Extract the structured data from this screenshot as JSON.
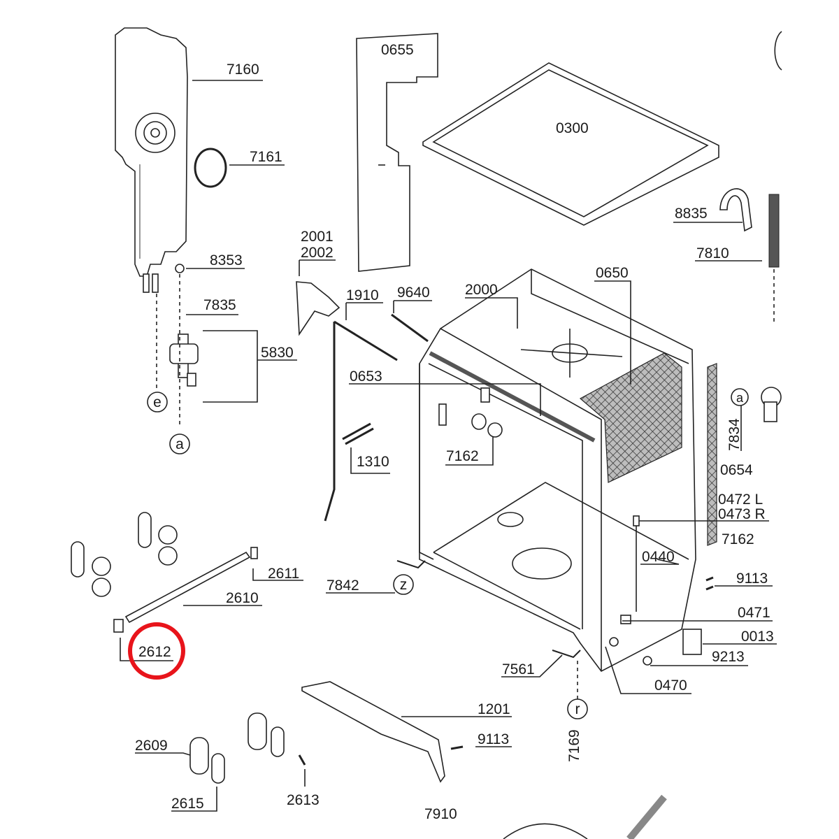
{
  "parts": [
    {
      "id": "p0655",
      "text": "0655"
    },
    {
      "id": "p7160",
      "text": "7160"
    },
    {
      "id": "p0300",
      "text": "0300"
    },
    {
      "id": "p7161",
      "text": "7161"
    },
    {
      "id": "p8835",
      "text": "8835"
    },
    {
      "id": "p7810",
      "text": "7810"
    },
    {
      "id": "p8353",
      "text": "8353"
    },
    {
      "id": "p2001",
      "text": "2001"
    },
    {
      "id": "p2002",
      "text": "2002"
    },
    {
      "id": "p0650",
      "text": "0650"
    },
    {
      "id": "p7835",
      "text": "7835"
    },
    {
      "id": "p1910",
      "text": "1910"
    },
    {
      "id": "p9640",
      "text": "9640"
    },
    {
      "id": "p2000",
      "text": "2000"
    },
    {
      "id": "p5830",
      "text": "5830"
    },
    {
      "id": "p0653",
      "text": "0653"
    },
    {
      "id": "p7834",
      "text": "7834"
    },
    {
      "id": "p7162a",
      "text": "7162"
    },
    {
      "id": "p1310",
      "text": "1310"
    },
    {
      "id": "p0654",
      "text": "0654"
    },
    {
      "id": "p0472",
      "text": "0472 L"
    },
    {
      "id": "p0473",
      "text": "0473 R"
    },
    {
      "id": "p7162b",
      "text": "7162"
    },
    {
      "id": "p0440",
      "text": "0440"
    },
    {
      "id": "p2611",
      "text": "2611"
    },
    {
      "id": "p9113a",
      "text": "9113"
    },
    {
      "id": "p7842",
      "text": "7842"
    },
    {
      "id": "p2610",
      "text": "2610"
    },
    {
      "id": "p0471",
      "text": "0471"
    },
    {
      "id": "p0013",
      "text": "0013"
    },
    {
      "id": "p2612",
      "text": "2612"
    },
    {
      "id": "p9213",
      "text": "9213"
    },
    {
      "id": "p7561",
      "text": "7561"
    },
    {
      "id": "p0470",
      "text": "0470"
    },
    {
      "id": "p1201",
      "text": "1201"
    },
    {
      "id": "p9113b",
      "text": "9113"
    },
    {
      "id": "p2609",
      "text": "2609"
    },
    {
      "id": "p7169",
      "text": "7169"
    },
    {
      "id": "p2613",
      "text": "2613"
    },
    {
      "id": "p2615",
      "text": "2615"
    },
    {
      "id": "p7910",
      "text": "7910"
    }
  ],
  "markers": [
    {
      "id": "m_e",
      "text": "e"
    },
    {
      "id": "m_a1",
      "text": "a"
    },
    {
      "id": "m_a2",
      "text": "a"
    },
    {
      "id": "m_z",
      "text": "z"
    },
    {
      "id": "m_r",
      "text": "r"
    }
  ],
  "highlight": {
    "target": "2612",
    "color": "#e8141b"
  }
}
